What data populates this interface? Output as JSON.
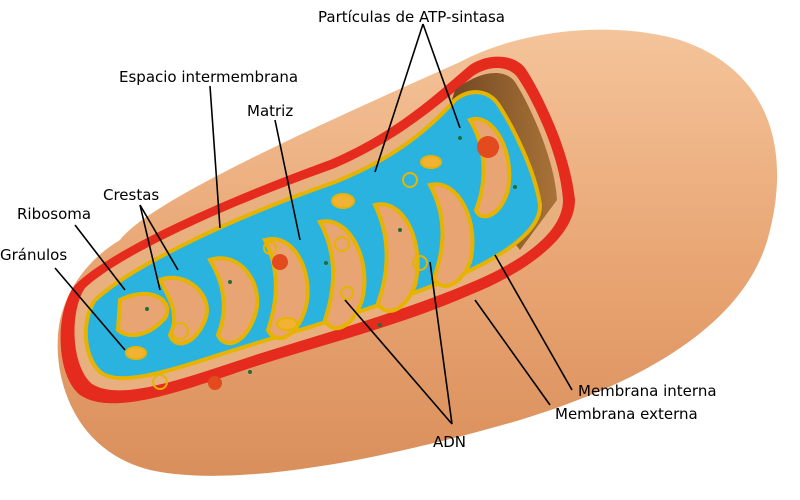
{
  "labels": {
    "atp": "Partículas de ATP-sintasa",
    "intermembrane": "Espacio intermembrana",
    "matrix": "Matriz",
    "cristae": "Crestas",
    "ribosome": "Ribosoma",
    "granules": "Gránulos",
    "inner": "Membrana interna",
    "outer": "Membrana externa",
    "dna": "ADN"
  },
  "colors": {
    "outer_body": "#e8a878",
    "outer_rim": "#e52a1e",
    "matrix": "#2bb3e0",
    "cristae_edge": "#e6b400",
    "wall": "#8a5a2a",
    "granule": "#e34a1d"
  }
}
